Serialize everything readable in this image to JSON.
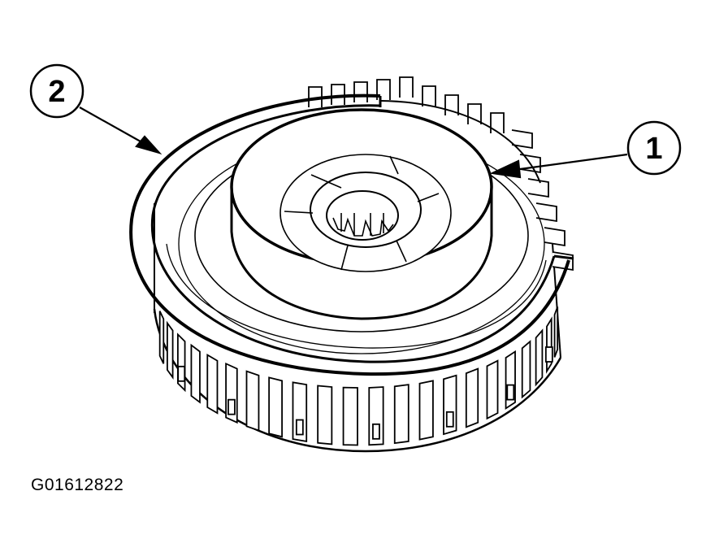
{
  "callouts": [
    {
      "label": "2",
      "target": "outer-band-servo"
    },
    {
      "label": "1",
      "target": "inner-drum-face"
    }
  ],
  "figure_id": "G01612822",
  "colors": {
    "ink": "#000000",
    "paper": "#ffffff"
  }
}
